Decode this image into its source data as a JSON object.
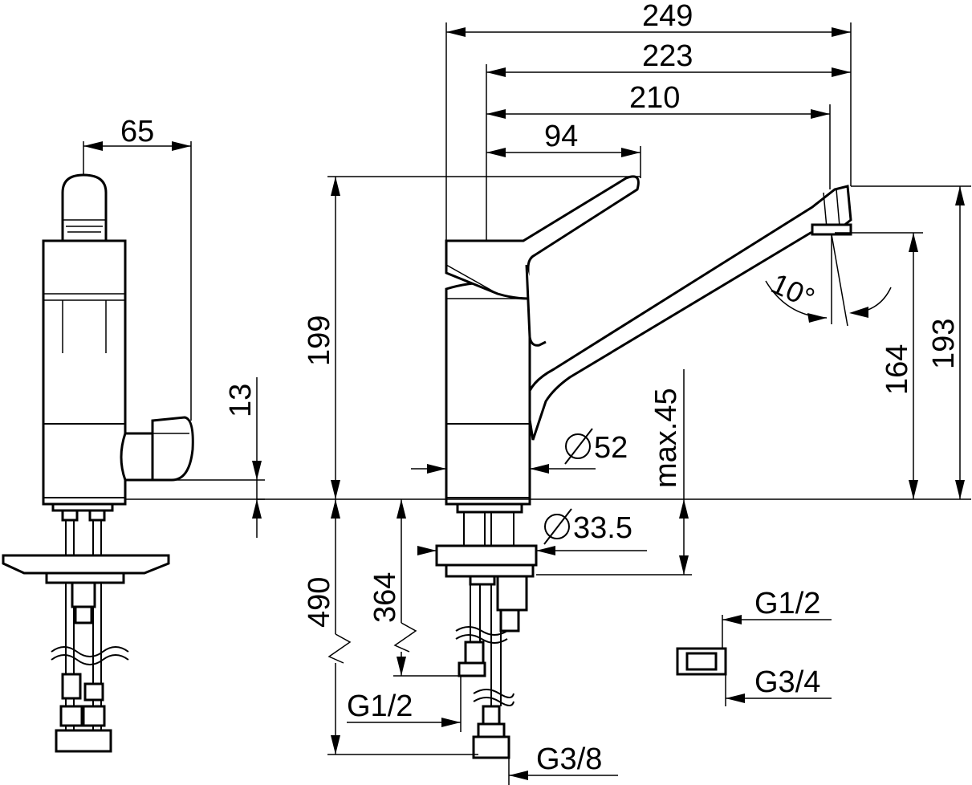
{
  "diagram": {
    "labels": {
      "d249": "249",
      "d223": "223",
      "d210": "210",
      "d94": "94",
      "d65": "65",
      "d199": "199",
      "d13": "13",
      "d10deg": "10°",
      "d164": "164",
      "d193": "193",
      "dia52": "52",
      "dia335": "33.5",
      "max45": "max.45",
      "d490": "490",
      "d364": "364",
      "g12_left": "G1/2",
      "g38": "G3/8",
      "g12_right": "G1/2",
      "g34": "G3/4"
    }
  }
}
